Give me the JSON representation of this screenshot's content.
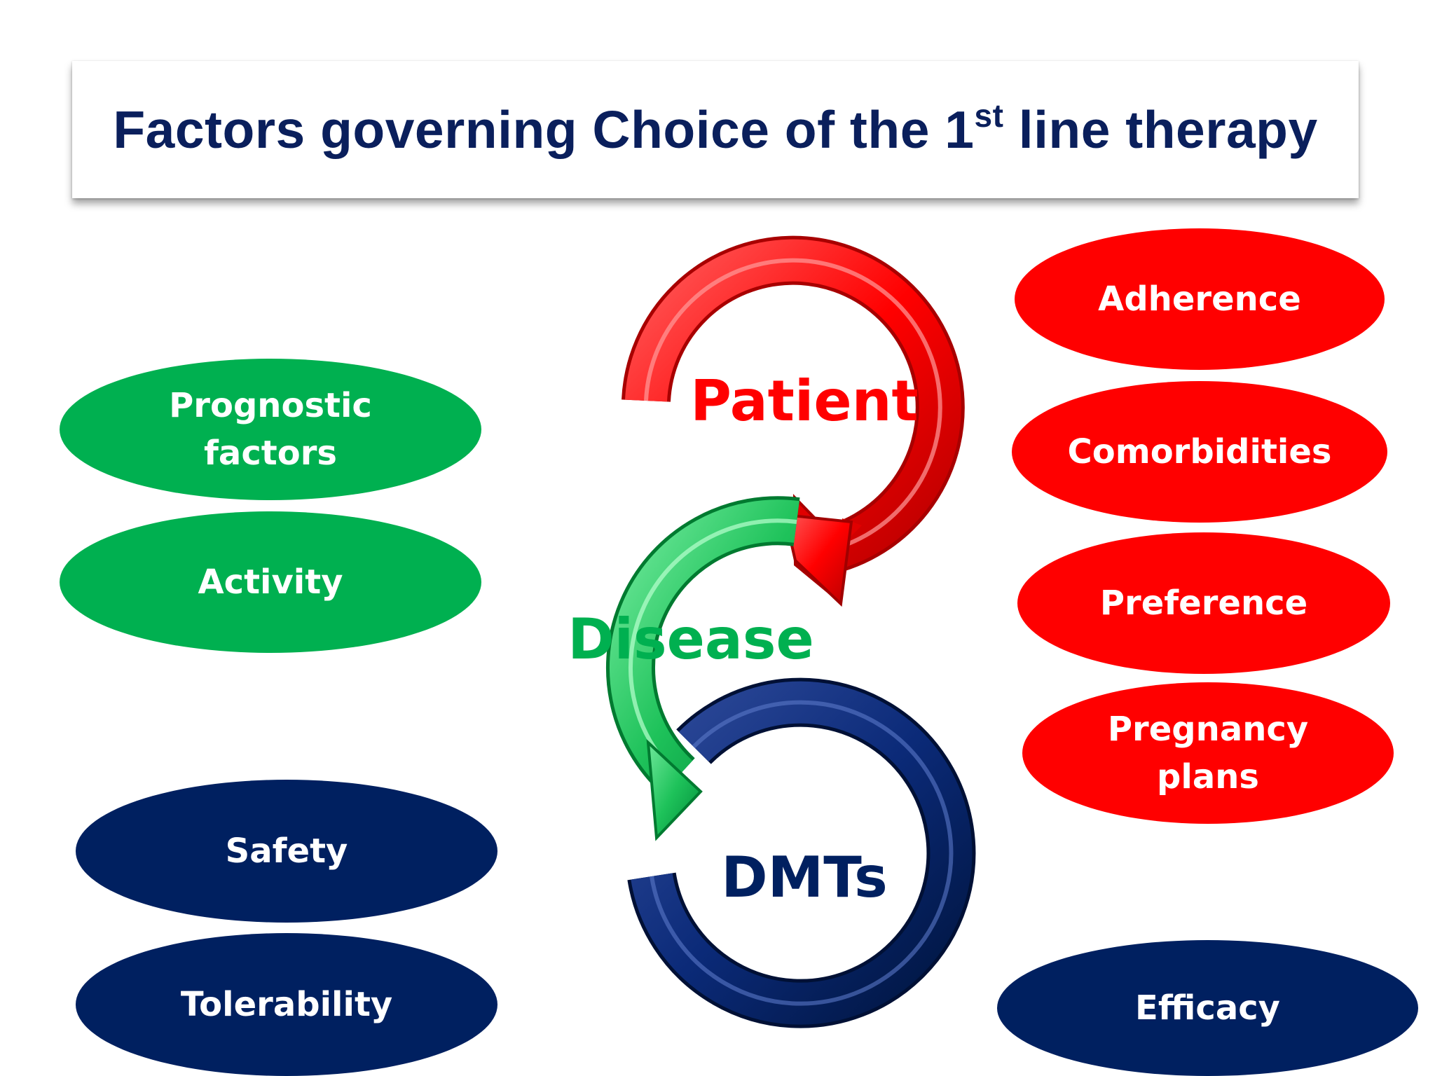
{
  "title": {
    "main": "Factors governing Choice of the 1",
    "superscript": "st",
    "rest": " line therapy"
  },
  "center": {
    "patient": "Patient",
    "disease": "Disease",
    "dmts": "DMTs"
  },
  "left": {
    "prognostic": "Prognostic\nfactors",
    "activity": "Activity",
    "safety": "Safety",
    "tolerability": "Tolerability"
  },
  "right": {
    "adherence": "Adherence",
    "comorbidities": "Comorbidities",
    "preference": "Preference",
    "pregnancy": "Pregnancy\nplans",
    "efficacy": "Efficacy"
  },
  "colors": {
    "patient": "#ff0000",
    "disease": "#00b050",
    "dmts": "#002060",
    "title": "#0a1f5c"
  }
}
